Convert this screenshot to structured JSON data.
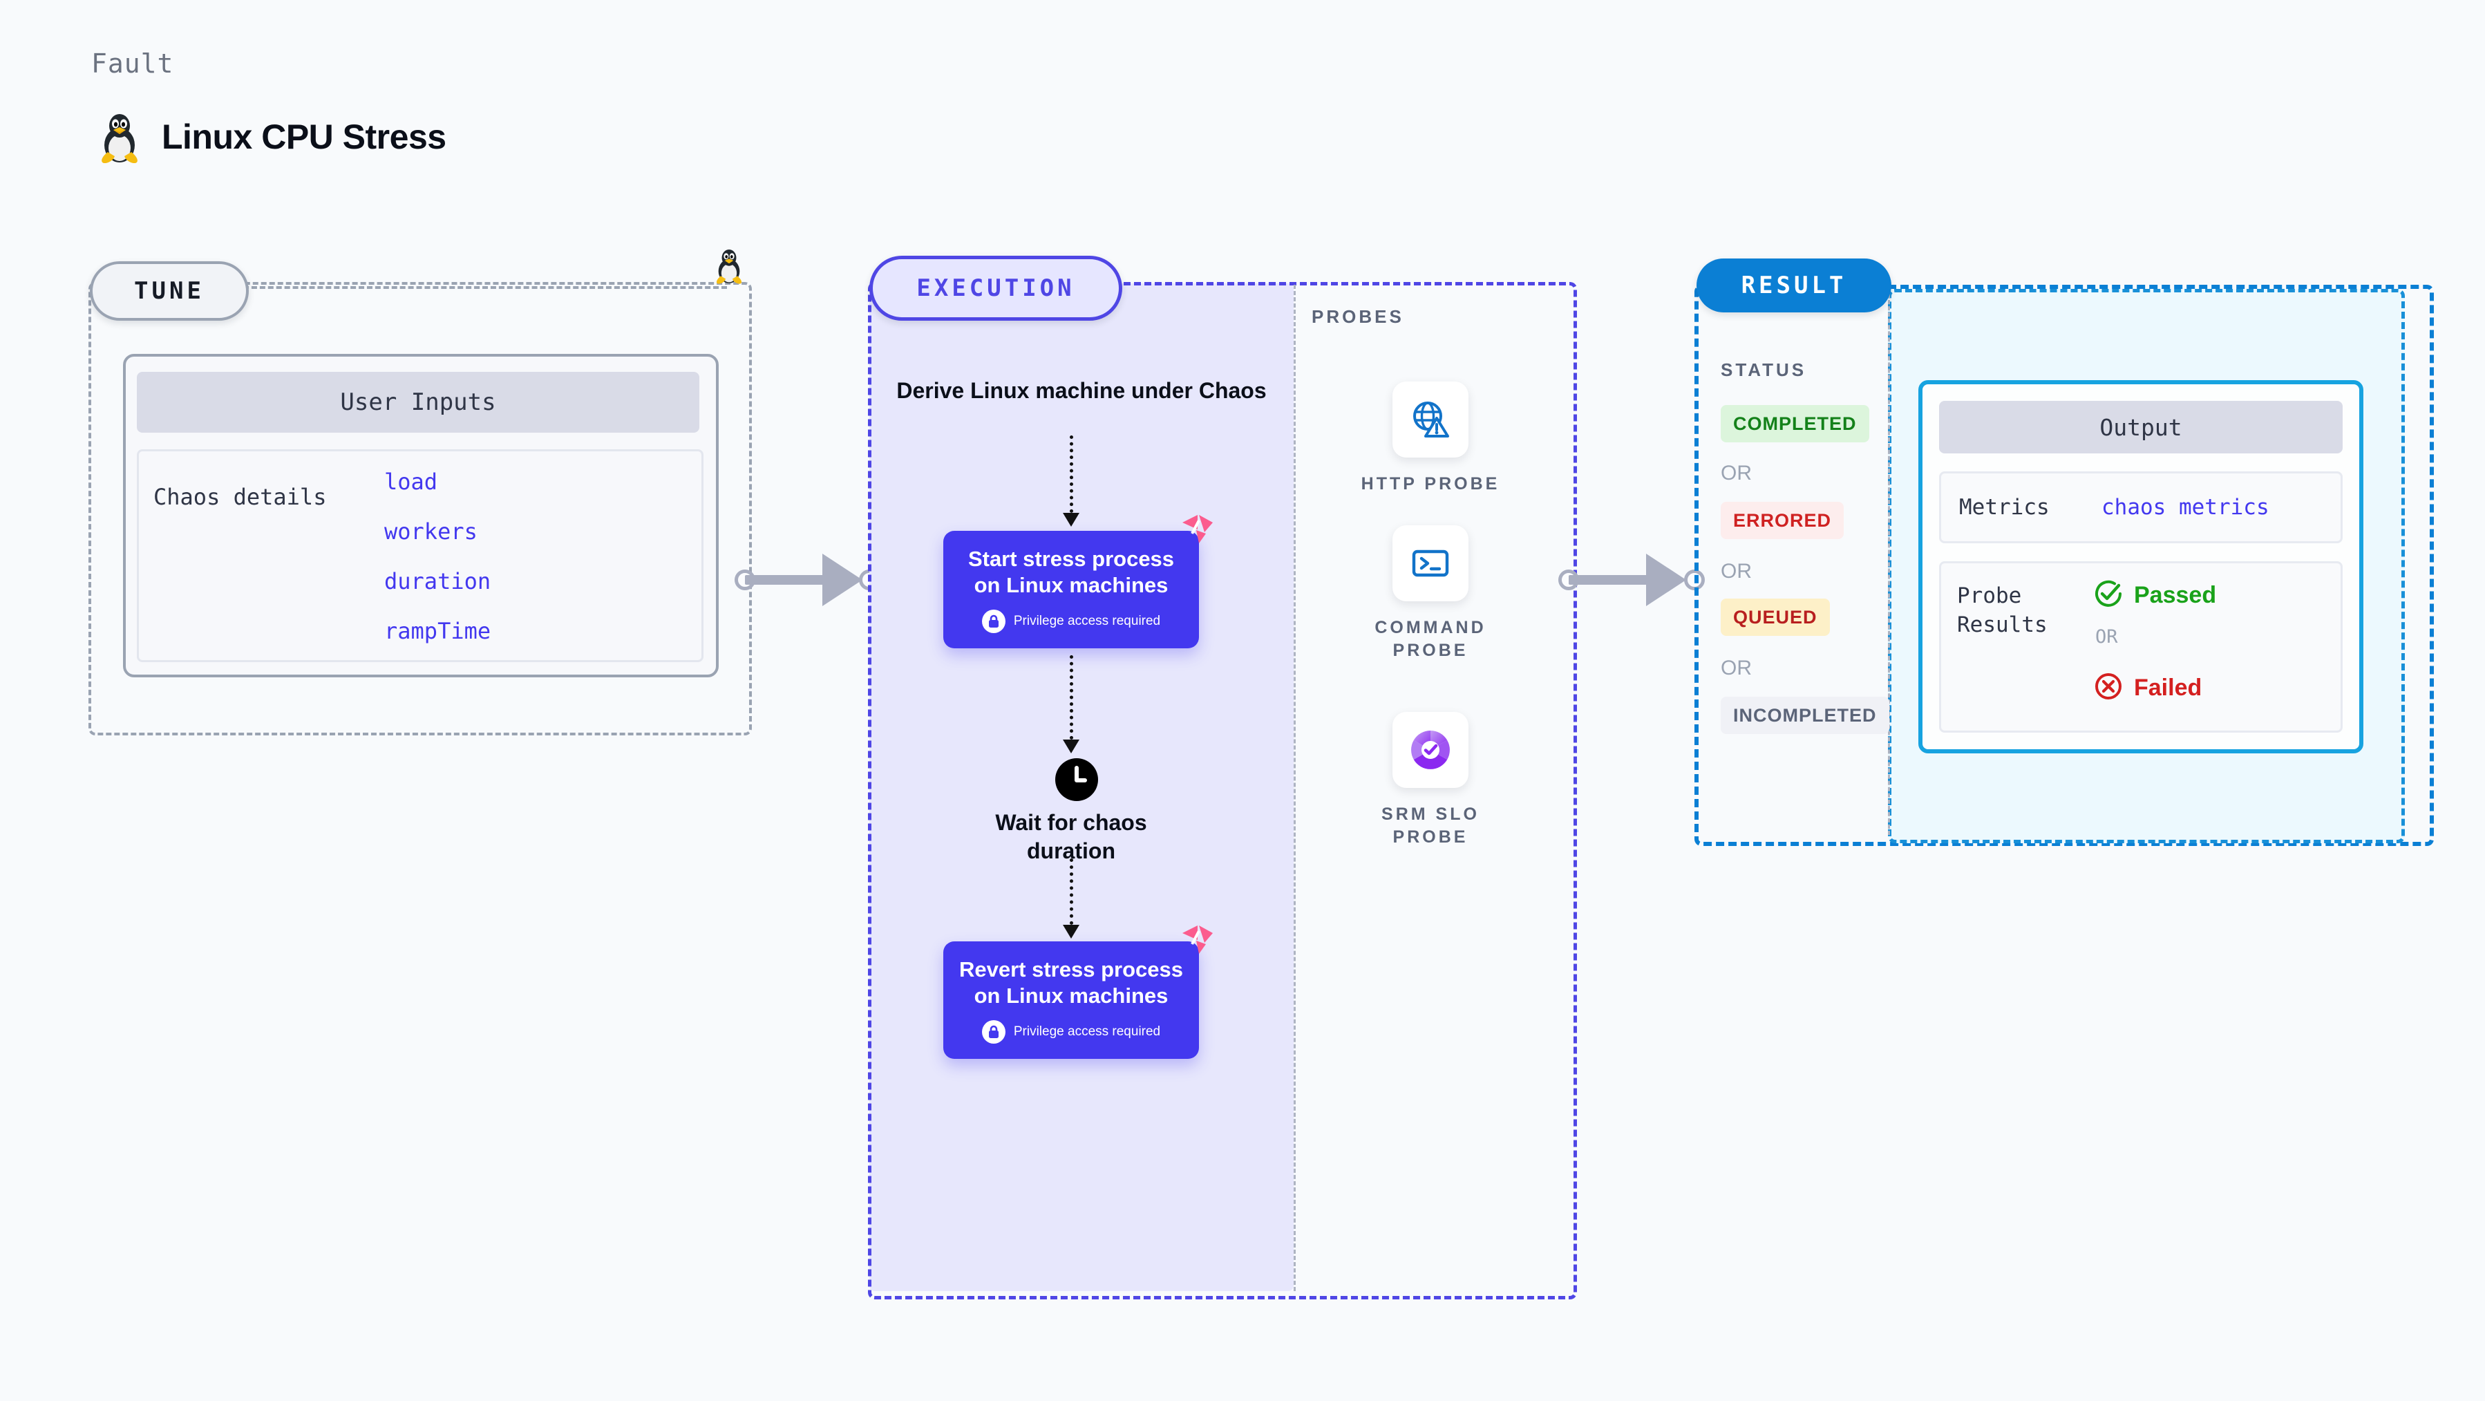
{
  "header": {
    "kicker": "Fault",
    "title": "Linux CPU Stress",
    "icon": "linux-tux-icon"
  },
  "tune": {
    "pill_label": "TUNE",
    "card_title": "User Inputs",
    "details_label": "Chaos details",
    "params": [
      "load",
      "workers",
      "duration",
      "rampTime"
    ],
    "edge_icon": "linux-tux-icon"
  },
  "execution": {
    "pill_label": "EXECUTION",
    "derive_label": "Derive Linux machine under Chaos",
    "steps": [
      {
        "title": "Start stress process on Linux machines",
        "note": "Privilege access required",
        "note_icon": "lock-icon",
        "corner_icon": "harness-logo-icon"
      },
      {
        "title": "Revert stress process on Linux machines",
        "note": "Privilege access required",
        "note_icon": "lock-icon",
        "corner_icon": "harness-logo-icon"
      }
    ],
    "wait": {
      "icon": "clock-icon",
      "label": "Wait for chaos duration"
    }
  },
  "probes": {
    "section_label": "PROBES",
    "items": [
      {
        "label": "HTTP PROBE",
        "icon": "globe-warning-icon"
      },
      {
        "label": "COMMAND PROBE",
        "icon": "terminal-prompt-icon"
      },
      {
        "label": "SRM SLO PROBE",
        "icon": "slo-donut-check-icon"
      }
    ]
  },
  "result": {
    "pill_label": "RESULT",
    "status_label": "STATUS",
    "or_label": "OR",
    "statuses": [
      {
        "label": "COMPLETED",
        "bg": "#dcf5dc",
        "fg": "#14811a"
      },
      {
        "label": "ERRORED",
        "bg": "#fdeded",
        "fg": "#cf2222"
      },
      {
        "label": "QUEUED",
        "bg": "#fdf0c8",
        "fg": "#b81f1f"
      },
      {
        "label": "INCOMPLETED",
        "bg": "#f0f1f6",
        "fg": "#5b6478"
      }
    ],
    "output": {
      "title": "Output",
      "metrics_label": "Metrics",
      "metrics_value": "chaos metrics",
      "probe_results_label": "Probe Results",
      "passed_label": "Passed",
      "passed_icon": "check-circle-icon",
      "or_label": "OR",
      "failed_label": "Failed",
      "failed_icon": "x-circle-icon"
    }
  },
  "colors": {
    "accent_indigo": "#4338ef",
    "accent_blue": "#0b7fd4",
    "harness_pink": "#fb5c8e",
    "pass_green": "#1aa21a",
    "fail_red": "#d42020",
    "page_bg": "#f8fafc"
  }
}
